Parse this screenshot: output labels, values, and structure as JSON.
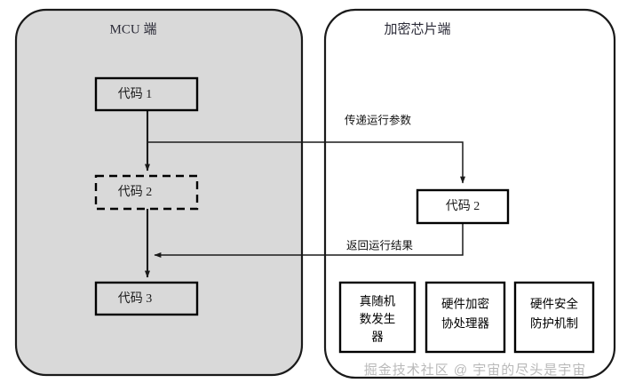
{
  "diagram": {
    "panels": [
      {
        "id": "mcu",
        "title": "MCU 端",
        "fill": "#d9d9d9"
      },
      {
        "id": "chip",
        "title": "加密芯片端",
        "fill": "#ffffff"
      }
    ],
    "mcu_nodes": [
      {
        "id": "code1",
        "label": "代码 1",
        "style": "solid"
      },
      {
        "id": "code2",
        "label": "代码 2",
        "style": "dashed"
      },
      {
        "id": "code3",
        "label": "代码 3",
        "style": "solid"
      }
    ],
    "chip_nodes": [
      {
        "id": "chip-code2",
        "label": "代码 2",
        "style": "solid"
      }
    ],
    "chip_features": [
      {
        "id": "trng",
        "line1": "真随机",
        "line2": "数发生",
        "line3": "器"
      },
      {
        "id": "crypto-coprocessor",
        "line1": "硬件加密",
        "line2": "协处理器",
        "line3": ""
      },
      {
        "id": "security-protection",
        "line1": "硬件安全",
        "line2": "防护机制",
        "line3": ""
      }
    ],
    "edges": [
      {
        "id": "send-params",
        "label": "传递运行参数"
      },
      {
        "id": "return-result",
        "label": "返回运行结果"
      }
    ],
    "watermark": "掘金技术社区 @ 宇宙的尽头是宇宙",
    "colors": {
      "panel_mcu_fill": "#d9d9d9",
      "panel_chip_fill": "#ffffff",
      "stroke": "#1a1a1a",
      "watermark": "#b9b9b9"
    }
  }
}
